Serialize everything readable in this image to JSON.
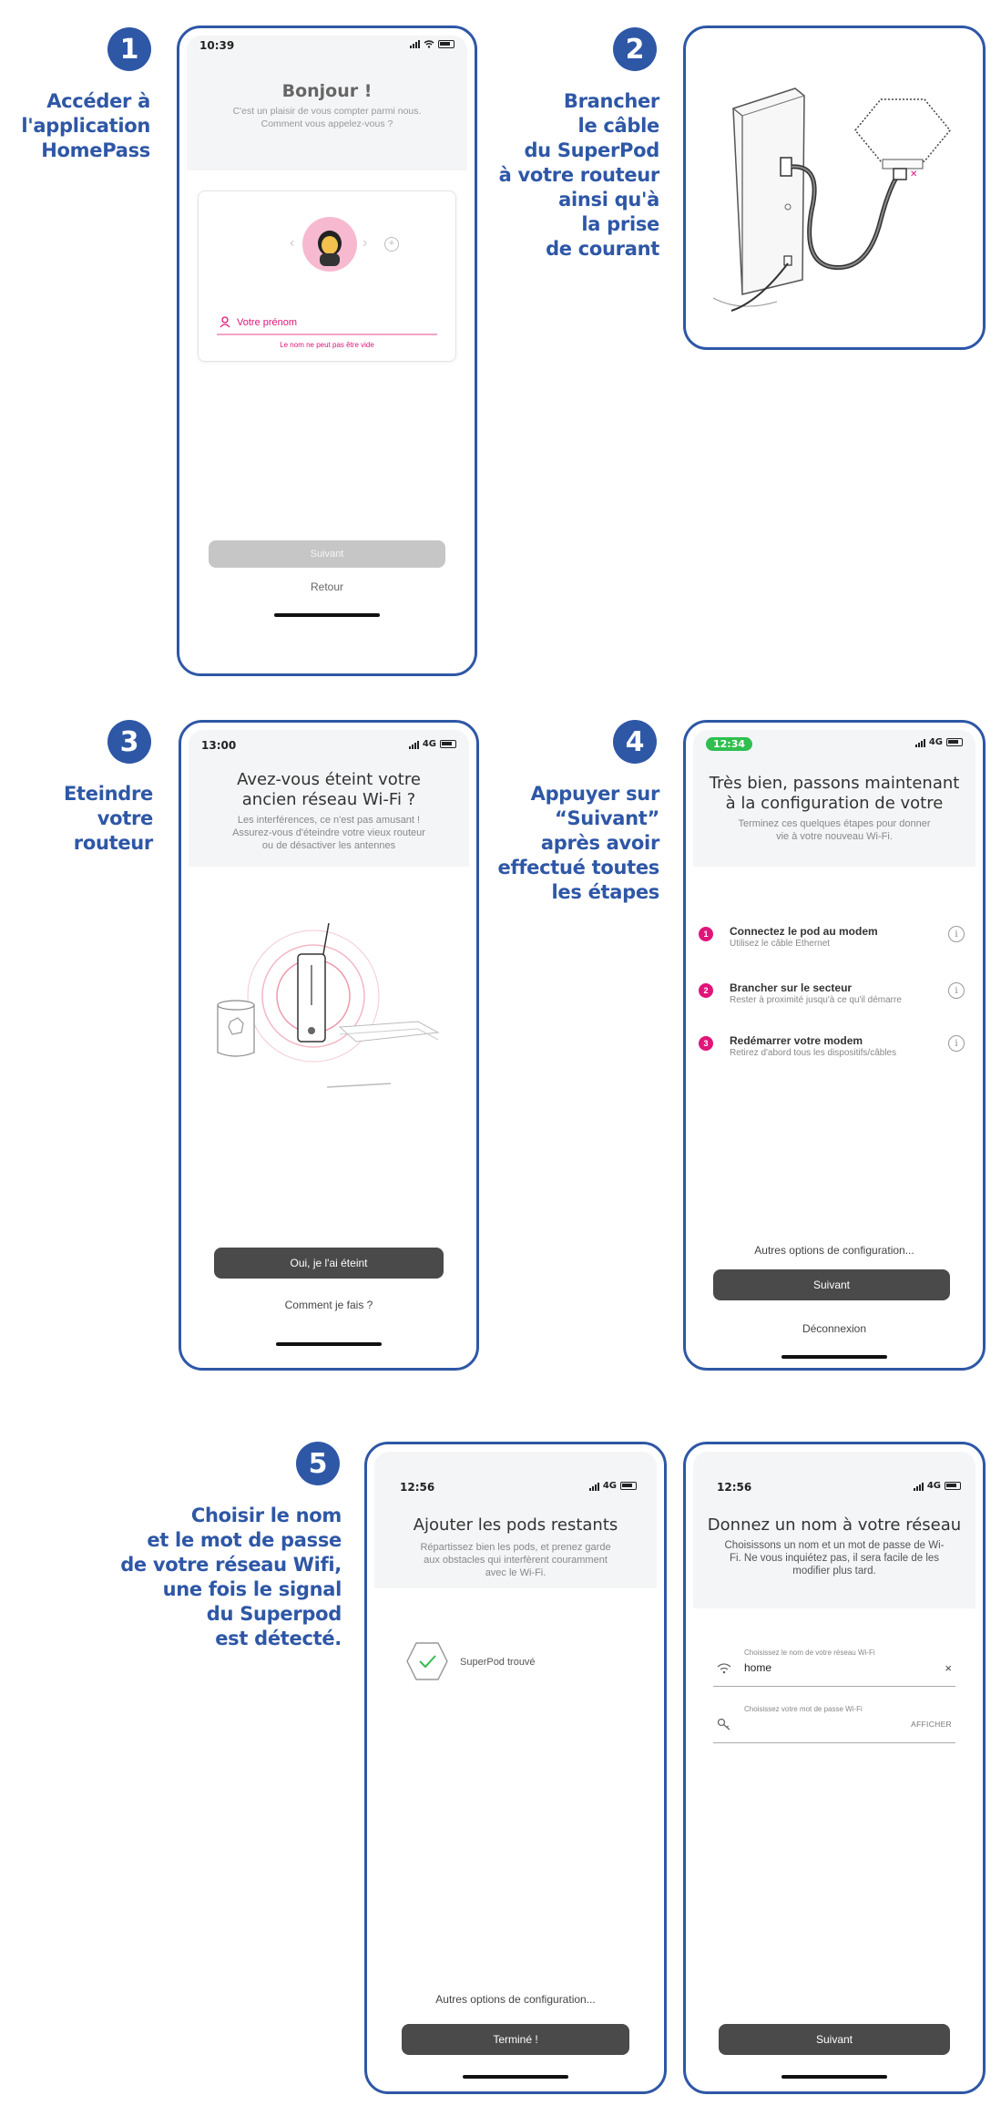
{
  "steps": [
    {
      "number": "1",
      "text": "Accéder à\nl'application\nHomePass"
    },
    {
      "number": "2",
      "text": "Brancher\nle câble\ndu SuperPod\nà votre routeur\nainsi qu'à\nla prise\nde courant"
    },
    {
      "number": "3",
      "text": "Eteindre\nvotre\nrouteur"
    },
    {
      "number": "4",
      "text": "Appuyer sur\n“Suivant”\naprès avoir\neffectué toutes\nles étapes"
    },
    {
      "number": "5",
      "text": "Choisir le nom\net le mot de passe\nde votre réseau Wifi,\nune fois le signal\ndu Superpod\nest détecté."
    }
  ],
  "screen1": {
    "time": "10:39",
    "title": "Bonjour !",
    "subtitle": "C'est un plaisir de vous compter parmi nous.\nComment vous appelez-vous ?",
    "name_label": "Votre prénom",
    "error": "Le nom ne peut pas être vide",
    "button": "Suivant",
    "back": "Retour"
  },
  "screen3": {
    "time": "13:00",
    "network": "4G",
    "title": "Avez-vous éteint votre\nancien réseau Wi-Fi ?",
    "subtitle": "Les interférences, ce n'est pas amusant !\nAssurez-vous d'éteindre votre vieux routeur\nou de désactiver les antennes",
    "button": "Oui, je l'ai éteint",
    "link": "Comment je fais ?"
  },
  "screen4": {
    "time": "12:34",
    "network": "4G",
    "title": "Très bien, passons maintenant\nà la configuration de votre",
    "subtitle": "Terminez ces quelques étapes pour donner\nvie à votre nouveau Wi-Fi.",
    "items": [
      {
        "num": "1",
        "title": "Connectez le pod au modem",
        "sub": "Utilisez le câble Ethernet"
      },
      {
        "num": "2",
        "title": "Brancher sur le secteur",
        "sub": "Rester à proximité jusqu'à ce qu'il démarre"
      },
      {
        "num": "3",
        "title": "Redémarrer votre modem",
        "sub": "Retirez d'abord tous les dispositifs/câbles"
      }
    ],
    "other_options": "Autres options de configuration...",
    "button": "Suivant",
    "logout": "Déconnexion"
  },
  "screen5a": {
    "time": "12:56",
    "network": "4G",
    "title": "Ajouter les pods restants",
    "subtitle": "Répartissez bien les pods, et prenez garde\naux obstacles qui interfèrent couramment\navec le Wi-Fi.",
    "found": "SuperPod trouvé",
    "other_options": "Autres options de configuration...",
    "button": "Terminé !"
  },
  "screen5b": {
    "time": "12:56",
    "network": "4G",
    "title": "Donnez un nom à votre réseau",
    "subtitle": "Choisissons un nom et un mot de passe de Wi-\nFi. Ne vous inquiétez pas, il sera facile de les\nmodifier plus tard.",
    "name_label": "Choisissez le nom de votre réseau Wi-Fi",
    "name_value": "home",
    "password_label": "Choisissez votre mot de passe Wi-Fi",
    "show": "AFFICHER",
    "button": "Suivant"
  },
  "colors": {
    "accent": "#2e57a6",
    "pink": "#e0157a",
    "green": "#2fbf4f"
  }
}
